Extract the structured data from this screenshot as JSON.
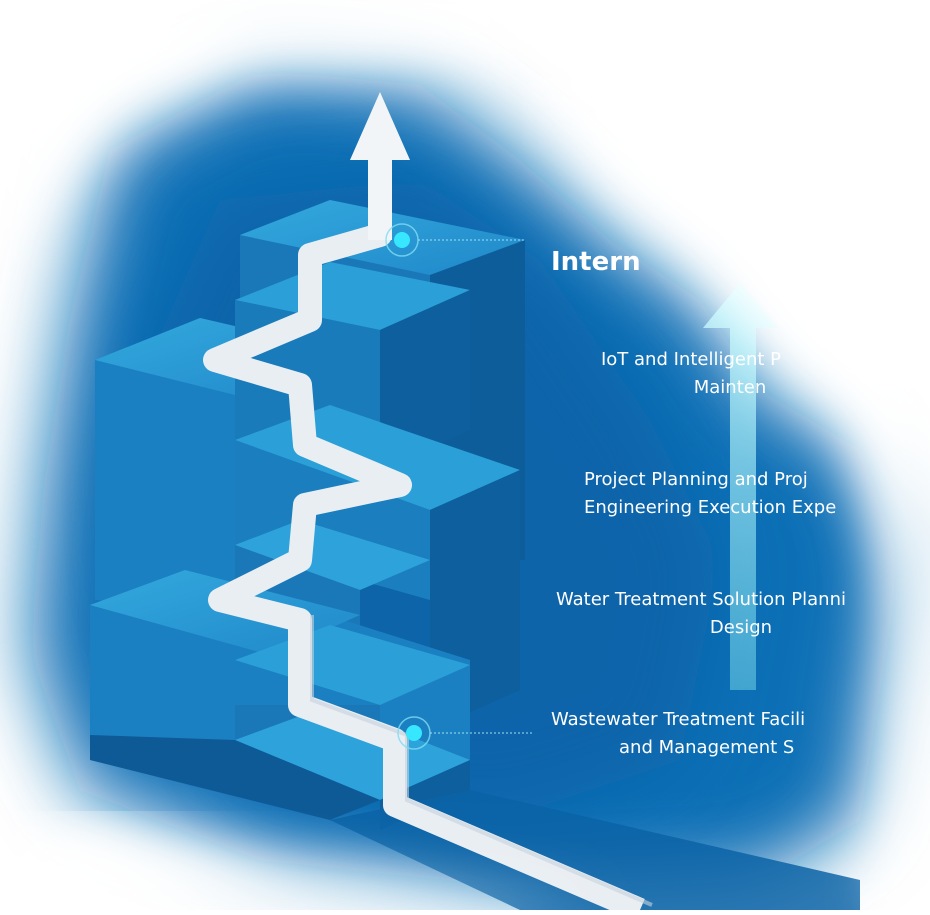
{
  "heading": "Intern",
  "milestones": [
    {
      "line1": "IoT and Intelligent P",
      "line2": "Mainten"
    },
    {
      "line1": "Project Planning and Proj",
      "line2": "Engineering Execution Expe"
    },
    {
      "line1": "Water Treatment Solution Planni",
      "line2": "Design"
    },
    {
      "line1": "Wastewater Treatment Facili",
      "line2": "and Management S"
    }
  ],
  "colors": {
    "background": "#ffffff",
    "glow": "#0f70b6",
    "stair_top": "#2a9ed6",
    "stair_front": "#1c7dbd",
    "stair_side": "#0d5f9e",
    "path": "#e9eef3",
    "marker": "#36e7ff",
    "arrow": "#bdf6ff"
  },
  "icons": [
    "up-arrow-icon",
    "progress-arrow-icon",
    "milestone-marker-icon"
  ]
}
